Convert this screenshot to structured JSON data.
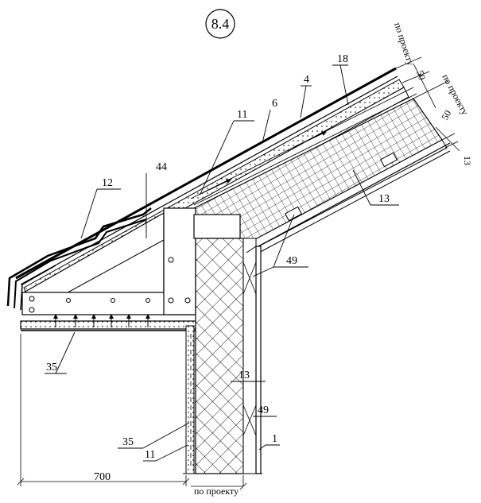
{
  "figure": {
    "number": "8.4"
  },
  "callouts": [
    {
      "id": "c12",
      "text": "12"
    },
    {
      "id": "c44",
      "text": "44"
    },
    {
      "id": "c11a",
      "text": "11"
    },
    {
      "id": "c6",
      "text": "6"
    },
    {
      "id": "c4",
      "text": "4"
    },
    {
      "id": "c18",
      "text": "18"
    },
    {
      "id": "c13a",
      "text": "13"
    },
    {
      "id": "c49a",
      "text": "49"
    },
    {
      "id": "c35a",
      "text": "35"
    },
    {
      "id": "c13b",
      "text": "13"
    },
    {
      "id": "c49b",
      "text": "49"
    },
    {
      "id": "c35b",
      "text": "35"
    },
    {
      "id": "c1",
      "text": "1"
    },
    {
      "id": "c11b",
      "text": "11"
    }
  ],
  "dimensions": {
    "po_proektu_top": "по проекту",
    "d50_top": "50",
    "po_proektu_mid": "по проекту",
    "d50_mid": "50",
    "d13": "13",
    "d700": "700",
    "po_proektu_bottom": "по проекту"
  },
  "colors": {
    "ink": "#000000",
    "paper": "#ffffff"
  }
}
